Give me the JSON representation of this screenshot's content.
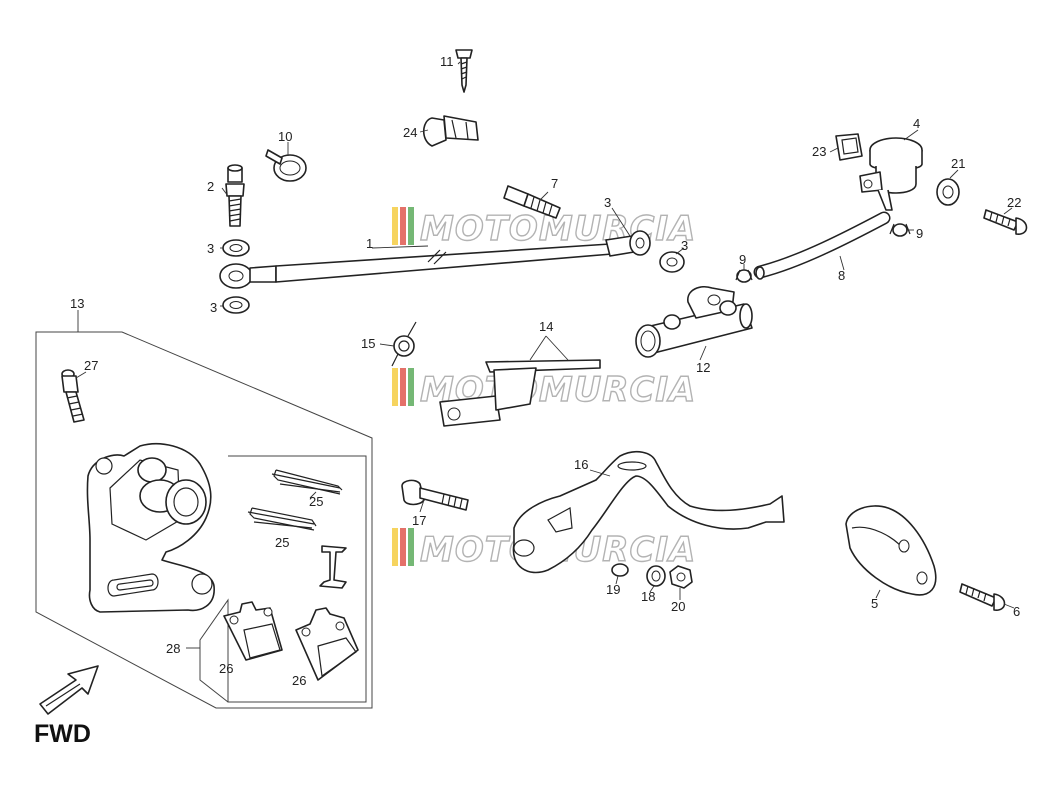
{
  "watermark": "MOTOMURCIA",
  "direction_label": "FWD",
  "callouts": {
    "c1": "1",
    "c2": "2",
    "c3a": "3",
    "c3b": "3",
    "c3c": "3",
    "c3d": "3",
    "c4": "4",
    "c5": "5",
    "c6": "6",
    "c7": "7",
    "c8": "8",
    "c9a": "9",
    "c9b": "9",
    "c10": "10",
    "c11": "11",
    "c12": "12",
    "c13": "13",
    "c14": "14",
    "c15": "15",
    "c16": "16",
    "c17": "17",
    "c18": "18",
    "c19": "19",
    "c20": "20",
    "c21": "21",
    "c22": "22",
    "c23": "23",
    "c24": "24",
    "c25a": "25",
    "c25b": "25",
    "c26a": "26",
    "c26b": "26",
    "c27": "27",
    "c28": "28"
  },
  "colors": {
    "line": "#222222",
    "watermark_outline": "#9a9a9a",
    "stripe_yellow": "#f2c21b",
    "stripe_red": "#d8342a",
    "stripe_green": "#3a9a3a"
  }
}
